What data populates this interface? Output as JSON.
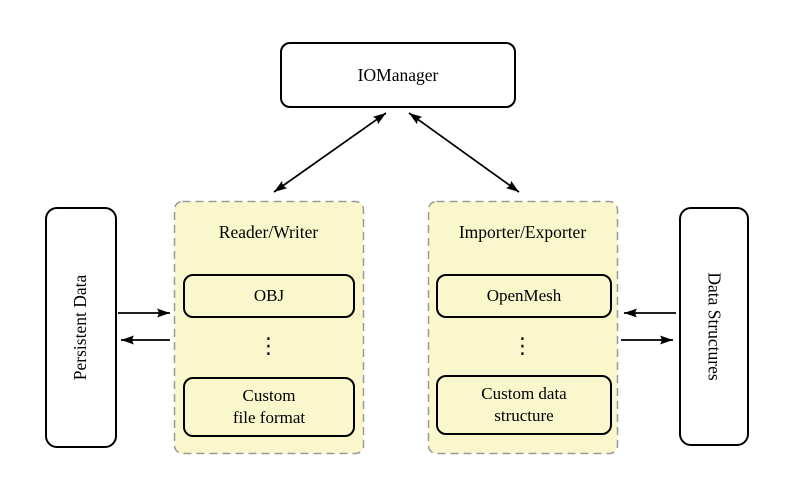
{
  "diagram": {
    "colors": {
      "background": "#FFFFFF",
      "panel_fill": "#FBF7CD",
      "panel_border": "#9A9A9A",
      "box_border": "#000000"
    },
    "io_manager": {
      "label": "IOManager"
    },
    "reader_writer": {
      "title": "Reader/Writer",
      "ellipsis": "⋮",
      "boxes": {
        "obj": {
          "line1": "OBJ"
        },
        "custom": {
          "line1": "Custom",
          "line2": "file format"
        }
      }
    },
    "importer_exporter": {
      "title": "Importer/Exporter",
      "ellipsis": "⋮",
      "boxes": {
        "openmesh": {
          "line1": "OpenMesh"
        },
        "custom": {
          "line1": "Custom data",
          "line2": "structure"
        }
      }
    },
    "persistent_data": {
      "label": "Persistent Data"
    },
    "data_structures": {
      "label": "Data Structures"
    }
  }
}
